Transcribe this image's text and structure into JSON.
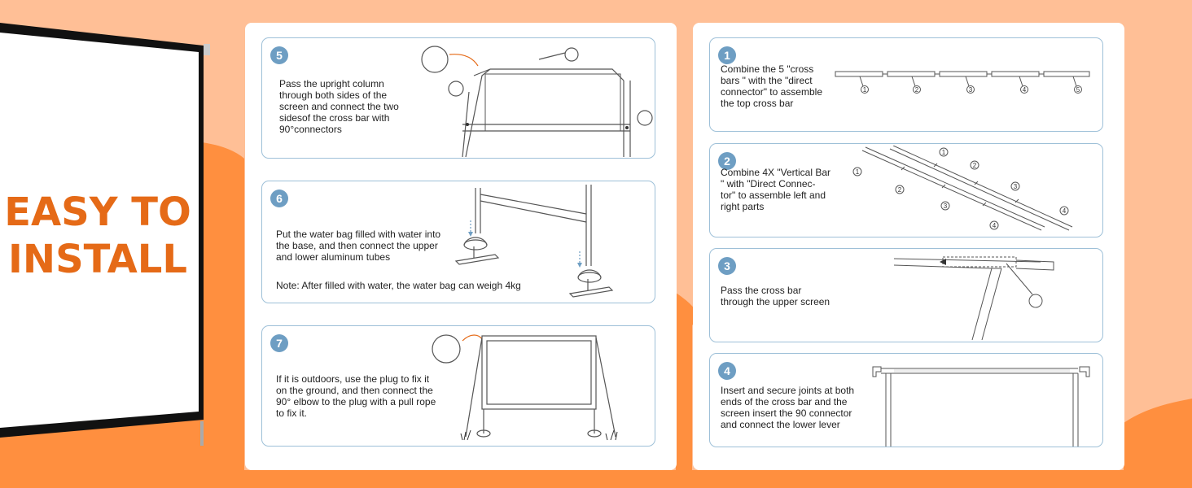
{
  "headline": {
    "line1": "EASY TO",
    "line2": "INSTALL"
  },
  "colors": {
    "accent": "#e56a17",
    "peach": "#ffbf96",
    "orange": "#ff8f3f",
    "step_badge": "#6e9ec3",
    "panel_border": "#9ec0d8"
  },
  "left_panel": {
    "steps": [
      {
        "number": "5",
        "text": "Pass the upright column\nthrough both sides of the\nscreen and connect the two\nsidesof the cross bar with\n90°connectors"
      },
      {
        "number": "6",
        "text": "Put the water bag filled with water into\nthe base, and then connect the upper\nand lower aluminum tubes",
        "note": "Note: After filled with water, the water bag can weigh 4kg"
      },
      {
        "number": "7",
        "text": "If it is outdoors, use the plug to fix it\non the ground, and then connect the\n90° elbow to the plug with a pull rope\nto fix it."
      }
    ]
  },
  "right_panel": {
    "steps": [
      {
        "number": "1",
        "text": "Combine the 5 \"cross\nbars \" with the \"direct\nconnector\" to assemble\nthe top cross bar",
        "part_labels": [
          "1",
          "2",
          "3",
          "4",
          "5"
        ]
      },
      {
        "number": "2",
        "text": "Combine 4X \"Vertical Bar\n\" with \"Direct Connec-\ntor\" to assemble left and\nright parts",
        "part_labels": [
          "1",
          "1",
          "2",
          "2",
          "3",
          "3",
          "4",
          "4"
        ]
      },
      {
        "number": "3",
        "text": "Pass the cross bar\nthrough the upper screen"
      },
      {
        "number": "4",
        "text": "Insert and secure joints at both\nends of the cross bar and the\nscreen insert the 90 connector\nand connect the lower lever"
      }
    ]
  }
}
